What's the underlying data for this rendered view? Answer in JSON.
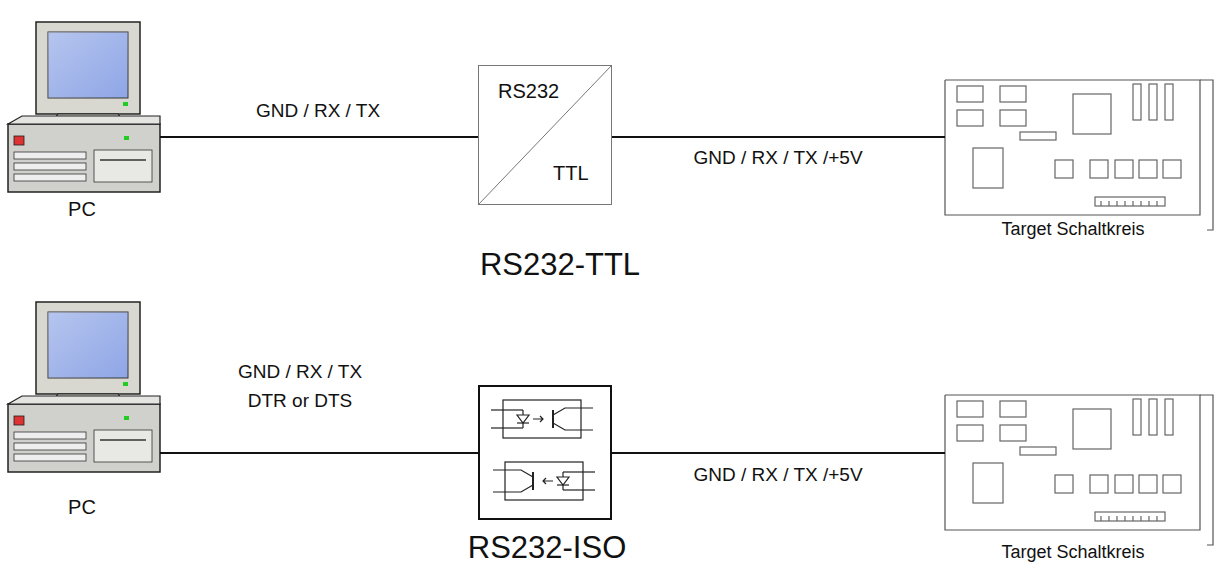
{
  "diagram": {
    "nodes": [
      {
        "text": [
          "PC"
        ]
      },
      {
        "text": [
          "RS232",
          "TTL"
        ]
      },
      {
        "text": [
          "Target Schaltkreis"
        ]
      },
      {
        "text": [
          "PC"
        ]
      },
      {
        "text": [
          "RS232-ISO"
        ]
      },
      {
        "text": [
          "Target Schaltkreis"
        ]
      }
    ],
    "edges": [
      {
        "from": 0,
        "to": 1,
        "label": "GND / RX / TX",
        "arrow": "none"
      },
      {
        "from": 1,
        "to": 2,
        "label": "GND / RX / TX /+5V",
        "arrow": "none"
      },
      {
        "from": 3,
        "to": 4,
        "label": "GND / RX / TX DTR or DTS",
        "arrow": "none"
      },
      {
        "from": 4,
        "to": 5,
        "label": "GND / RX / TX /+5V",
        "arrow": "none"
      }
    ],
    "labels": [
      "RS232-TTL"
    ]
  }
}
